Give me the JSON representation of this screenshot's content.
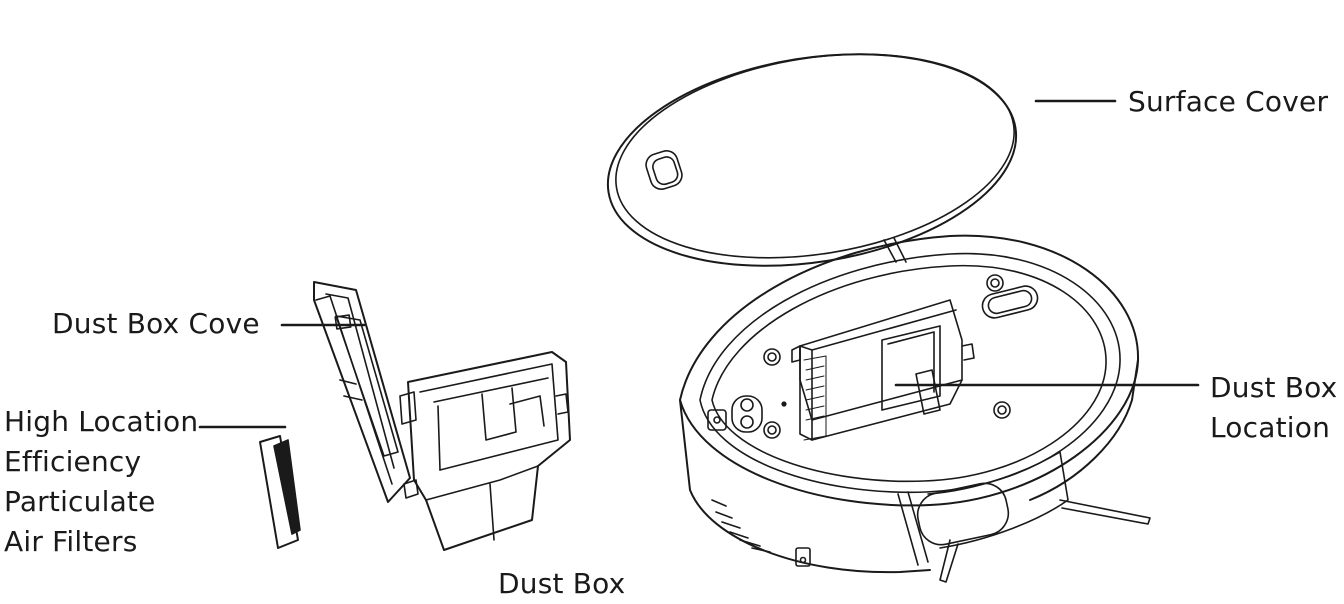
{
  "labels": {
    "surface_cover": "Surface Cover",
    "dust_box_cover": "Dust Box Cove",
    "hepa": [
      "High Location",
      "Efficiency",
      "Particulate",
      "Air Filters"
    ],
    "dust_box": "Dust Box",
    "dust_box_location": [
      "Dust Box",
      "Location"
    ]
  },
  "colors": {
    "stroke": "#1a1a1a",
    "fill": "#ffffff"
  }
}
